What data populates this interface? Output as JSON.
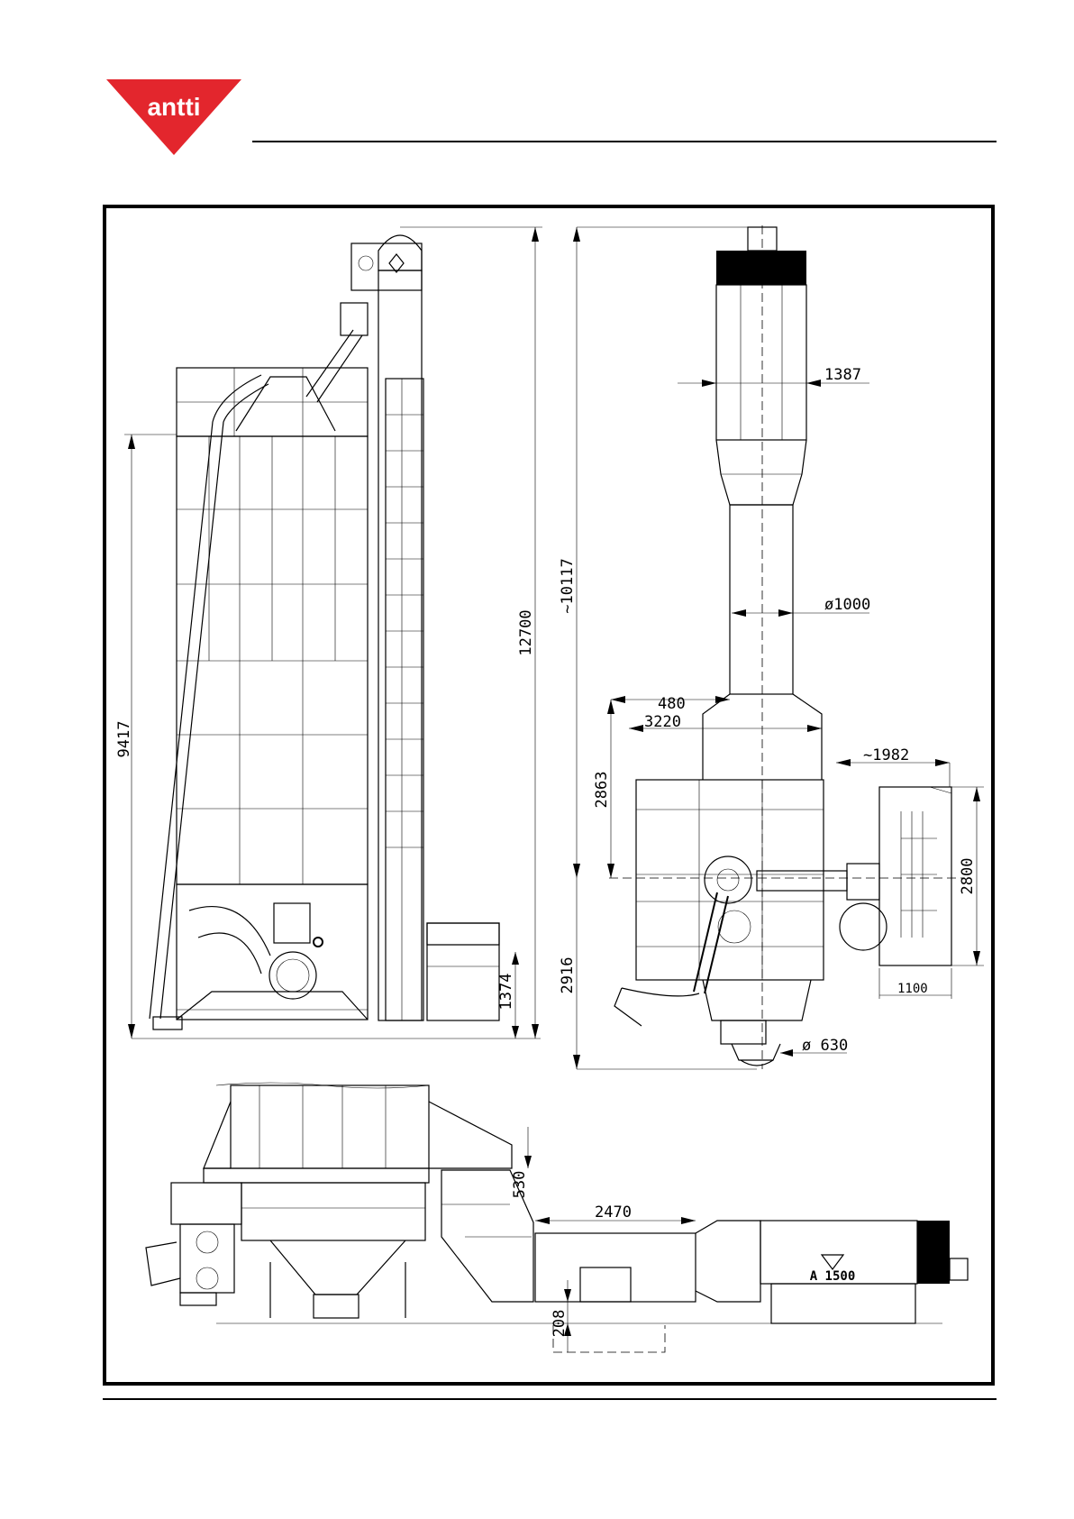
{
  "brand": {
    "name": "antti",
    "color": "#e3262d"
  },
  "dimensions": {
    "tower_height": "12700",
    "dryer_height": "9417",
    "lower_height": "1374",
    "stack_diameter": "1387",
    "overall_height": "~10117",
    "pipe_diameter": "ø1000",
    "width_480": "480",
    "width_3220": "3220",
    "height_2863": "2863",
    "height_2916": "2916",
    "reach_1982": "~1982",
    "height_2800": "2800",
    "width_1100": "1100",
    "inlet_diameter": "ø 630",
    "duct_530": "530",
    "duct_2470": "2470",
    "pit_208": "208"
  },
  "burner_label": "A 1500"
}
